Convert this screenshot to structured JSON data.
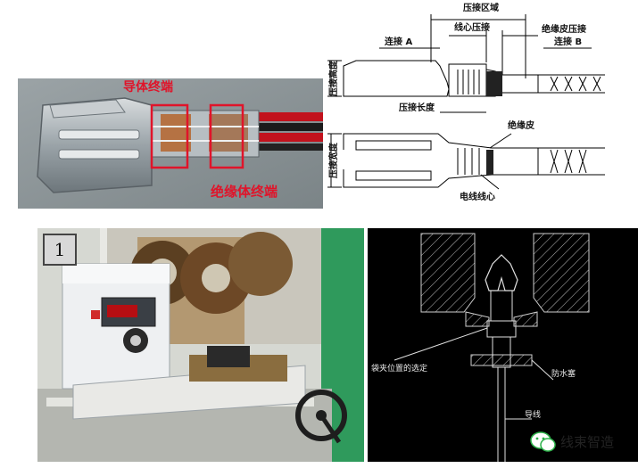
{
  "top_left_photo": {
    "label_conductor": "导体终端",
    "label_insulation": "绝缘体终端"
  },
  "diagram": {
    "crimp_zone": "压接区域",
    "core_crimp": "线心压接",
    "insulation_crimp": "绝缘皮压接",
    "connect_a": "连接 A",
    "connect_b": "连接 B",
    "crimp_height": "压接高度",
    "crimp_length": "压接长度",
    "crimp_width": "压接宽度",
    "insulation": "绝缘皮",
    "wire_core": "电线线心"
  },
  "machine_photo": {
    "badge": "1"
  },
  "cad_drawing": {
    "label_clamp": "袋夹位置的选定",
    "label_seal": "防水塞",
    "label_wire": "导线"
  },
  "watermark": {
    "text": "线束智造"
  },
  "colors": {
    "highlight": "#e0142a",
    "cad_bg": "#000000",
    "watermark_green": "#2db24a"
  }
}
